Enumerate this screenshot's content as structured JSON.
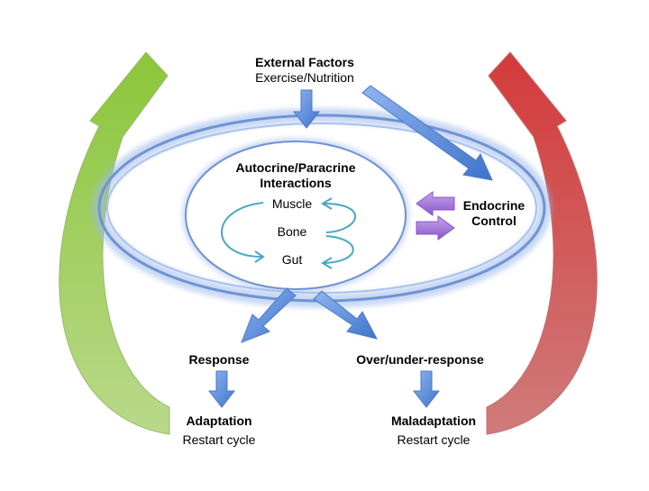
{
  "top": {
    "title": "External Factors",
    "subtitle": "Exercise/Nutrition"
  },
  "center": {
    "title_line1": "Autocrine/Paracrine",
    "title_line2": "Interactions",
    "items": [
      "Muscle",
      "Bone",
      "Gut"
    ]
  },
  "endocrine": {
    "line1": "Endocrine",
    "line2": "Control"
  },
  "response": "Response",
  "over_response": "Over/under-response",
  "adaptation": {
    "title": "Adaptation",
    "subtitle": "Restart cycle"
  },
  "maladaptation": {
    "title": "Maladaptation",
    "subtitle": "Restart cycle"
  },
  "colors": {
    "blue_arrow": "#5b8fd9",
    "ring": "#7f9fd6",
    "teal_arrow": "#4aa7c4",
    "purple_arrow": "#9a6bd1",
    "green_arrow": "#9ccc4a",
    "red_arrow": "#d24a4a"
  }
}
